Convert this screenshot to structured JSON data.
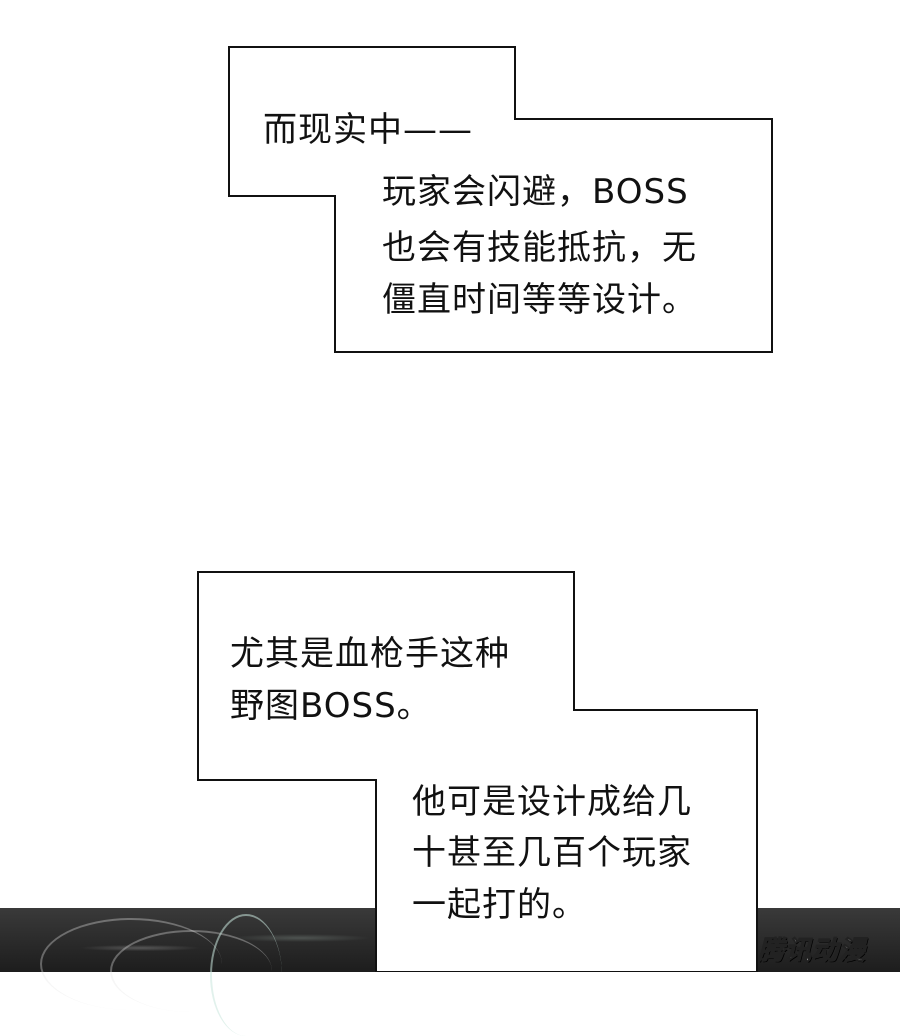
{
  "bubble_top": {
    "lines": [
      "而现实中——",
      "玩家会闪避，BOSS",
      "也会有技能抵抗，无",
      "僵直时间等等设计。"
    ]
  },
  "bubble_bottom": {
    "lines": [
      "尤其是血枪手这种",
      "野图BOSS。",
      "他可是设计成给几",
      "十甚至几百个玩家",
      "一起打的。"
    ]
  },
  "watermark": {
    "text": "腾讯动漫"
  }
}
